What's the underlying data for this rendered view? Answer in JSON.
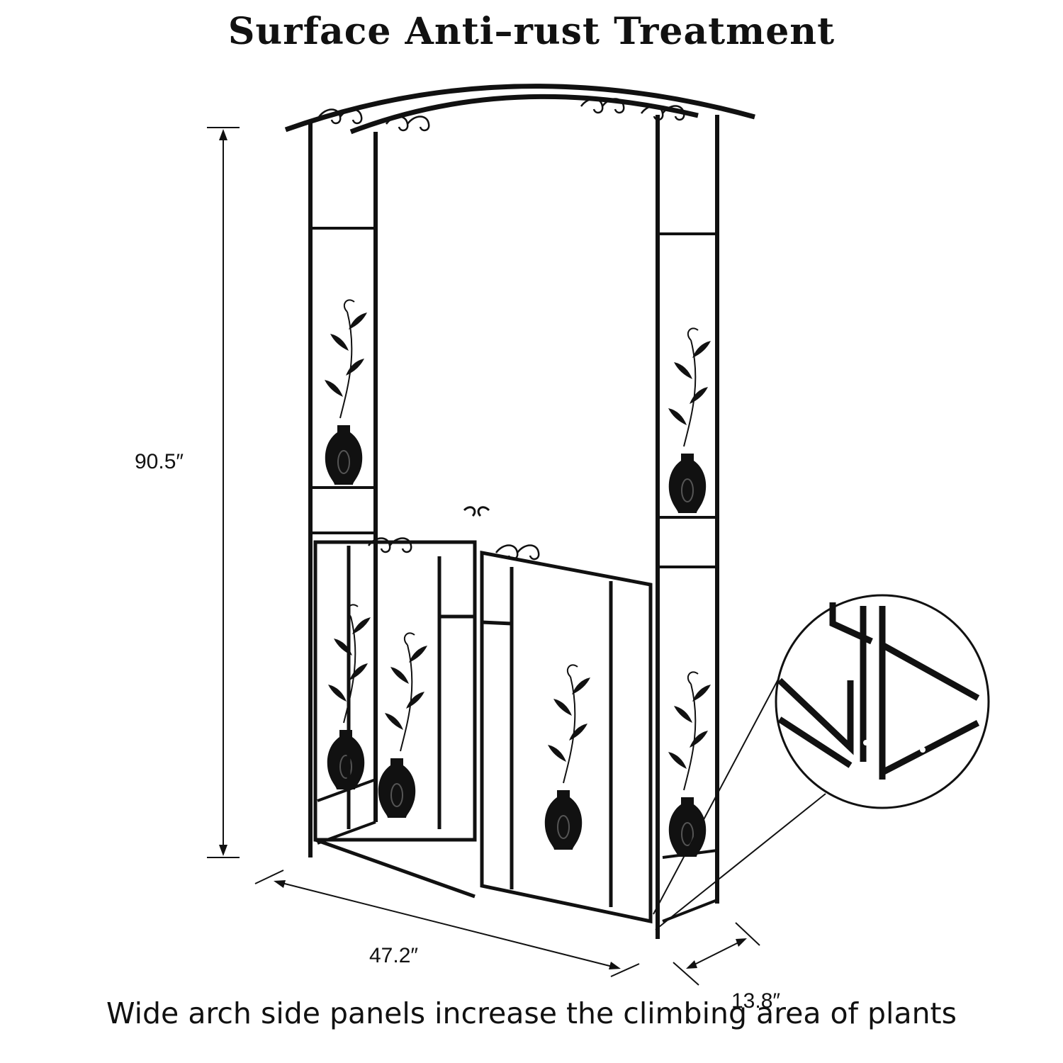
{
  "title": "Surface Anti–rust Treatment",
  "caption": "Wide arch side panels increase the climbing area of plants",
  "dimensions": {
    "height": "90.5″",
    "width": "47.2″",
    "depth": "13.8″"
  },
  "colors": {
    "frame": "#111111",
    "background": "#ffffff"
  }
}
